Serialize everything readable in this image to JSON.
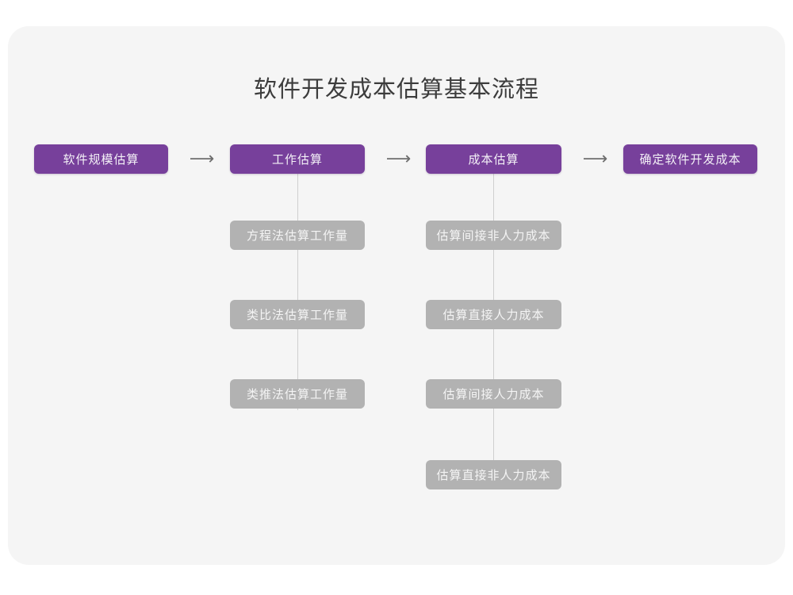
{
  "diagram": {
    "title": "软件开发成本估算基本流程",
    "colors": {
      "canvas": "#ffffff",
      "card": "#f5f5f5",
      "primary": "#77409b",
      "primary_text": "#f4f1f7",
      "secondary": "#b2b2b2",
      "secondary_text": "#f4f4f4",
      "title_text": "#3c3c3c",
      "connector": "#cfcfcf",
      "arrow": "#6e6e6e"
    },
    "arrows": [
      {
        "glyph": "⟶",
        "name": "arrow-step1-to-step2"
      },
      {
        "glyph": "⟶",
        "name": "arrow-step2-to-step3"
      },
      {
        "glyph": "⟶",
        "name": "arrow-step3-to-step4"
      }
    ],
    "stages": [
      {
        "label": "软件规模估算",
        "substeps": []
      },
      {
        "label": "工作估算",
        "substeps": [
          "方程法估算工作量",
          "类比法估算工作量",
          "类推法估算工作量"
        ]
      },
      {
        "label": "成本估算",
        "substeps": [
          "估算间接非人力成本",
          "估算直接人力成本",
          "估算间接人力成本",
          "估算直接非人力成本"
        ]
      },
      {
        "label": "确定软件开发成本",
        "substeps": []
      }
    ]
  }
}
